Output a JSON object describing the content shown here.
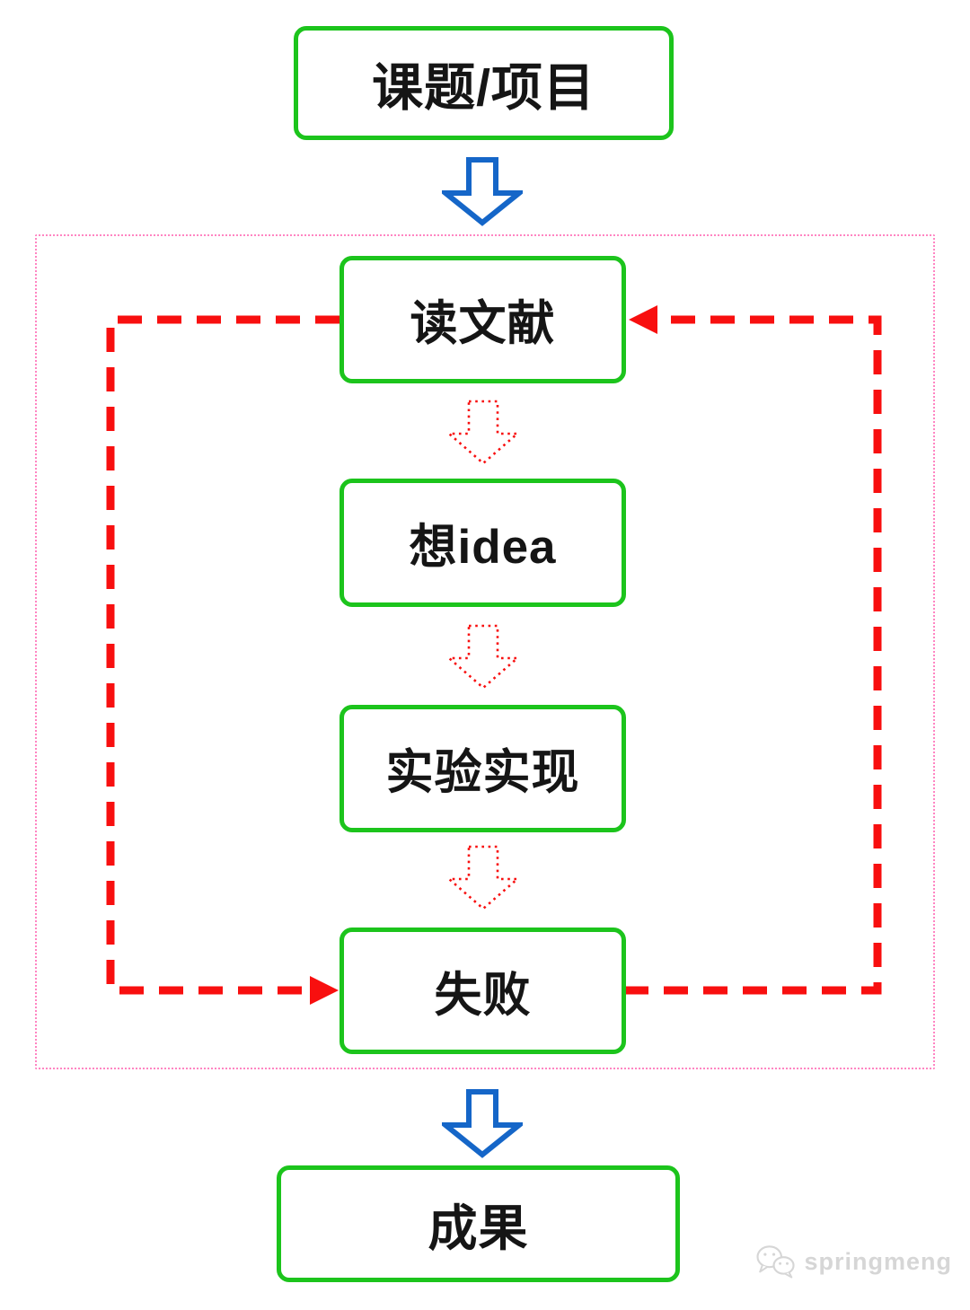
{
  "colors": {
    "node_border": "#1cc41c",
    "node_text": "#151515",
    "flow_arrow": "#1566c8",
    "loop_red": "#f80f0f",
    "container_border": "#ff85c2",
    "watermark_gray": "#d6d6d6",
    "page_bg": "#ffffff"
  },
  "diagram": {
    "nodes": {
      "topic": {
        "label": "课题/项目"
      },
      "read_literature": {
        "label": "读文献"
      },
      "think_idea": {
        "label": "想idea"
      },
      "experiment": {
        "label": "实验实现"
      },
      "failure": {
        "label": "失败"
      },
      "achievement": {
        "label": "成果"
      }
    },
    "edges": [
      {
        "from": "topic",
        "to": "read_literature",
        "style": "blue-block-arrow"
      },
      {
        "from": "read_literature",
        "to": "think_idea",
        "style": "red-dotted-block-arrow"
      },
      {
        "from": "think_idea",
        "to": "experiment",
        "style": "red-dotted-block-arrow"
      },
      {
        "from": "experiment",
        "to": "failure",
        "style": "red-dotted-block-arrow"
      },
      {
        "from": "read_literature",
        "to": "failure",
        "style": "red-dashed-line",
        "side": "left"
      },
      {
        "from": "failure",
        "to": "read_literature",
        "style": "red-dashed-line",
        "side": "right"
      },
      {
        "from": "failure",
        "to": "achievement",
        "style": "blue-block-arrow"
      }
    ]
  },
  "watermark": {
    "label": "springmeng",
    "icon": "wechat-icon"
  }
}
